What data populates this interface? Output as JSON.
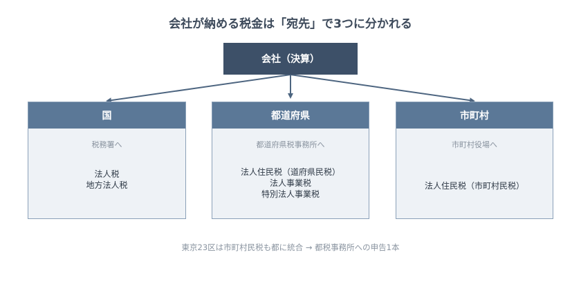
{
  "title": "会社が納める税金は「宛先」で3つに分かれる",
  "root": {
    "label": "会社（決算）"
  },
  "cards": [
    {
      "head": "国",
      "office": "税務署へ",
      "taxes": [
        "法人税",
        "地方法人税"
      ]
    },
    {
      "head": "都道府県",
      "office": "都道府県税事務所へ",
      "taxes": [
        "法人住民税（道府県民税）",
        "法人事業税",
        "特別法人事業税"
      ]
    },
    {
      "head": "市町村",
      "office": "市町村役場へ",
      "taxes": [
        "法人住民税（市町村民税）"
      ]
    }
  ],
  "note": "東京23区は市町村民税も都に統合 → 都税事務所への申告1本",
  "colors": {
    "root": "#3d5068",
    "card_head": "#5b7897",
    "card_body": "#eef2f6",
    "arrow": "#4d6580"
  }
}
